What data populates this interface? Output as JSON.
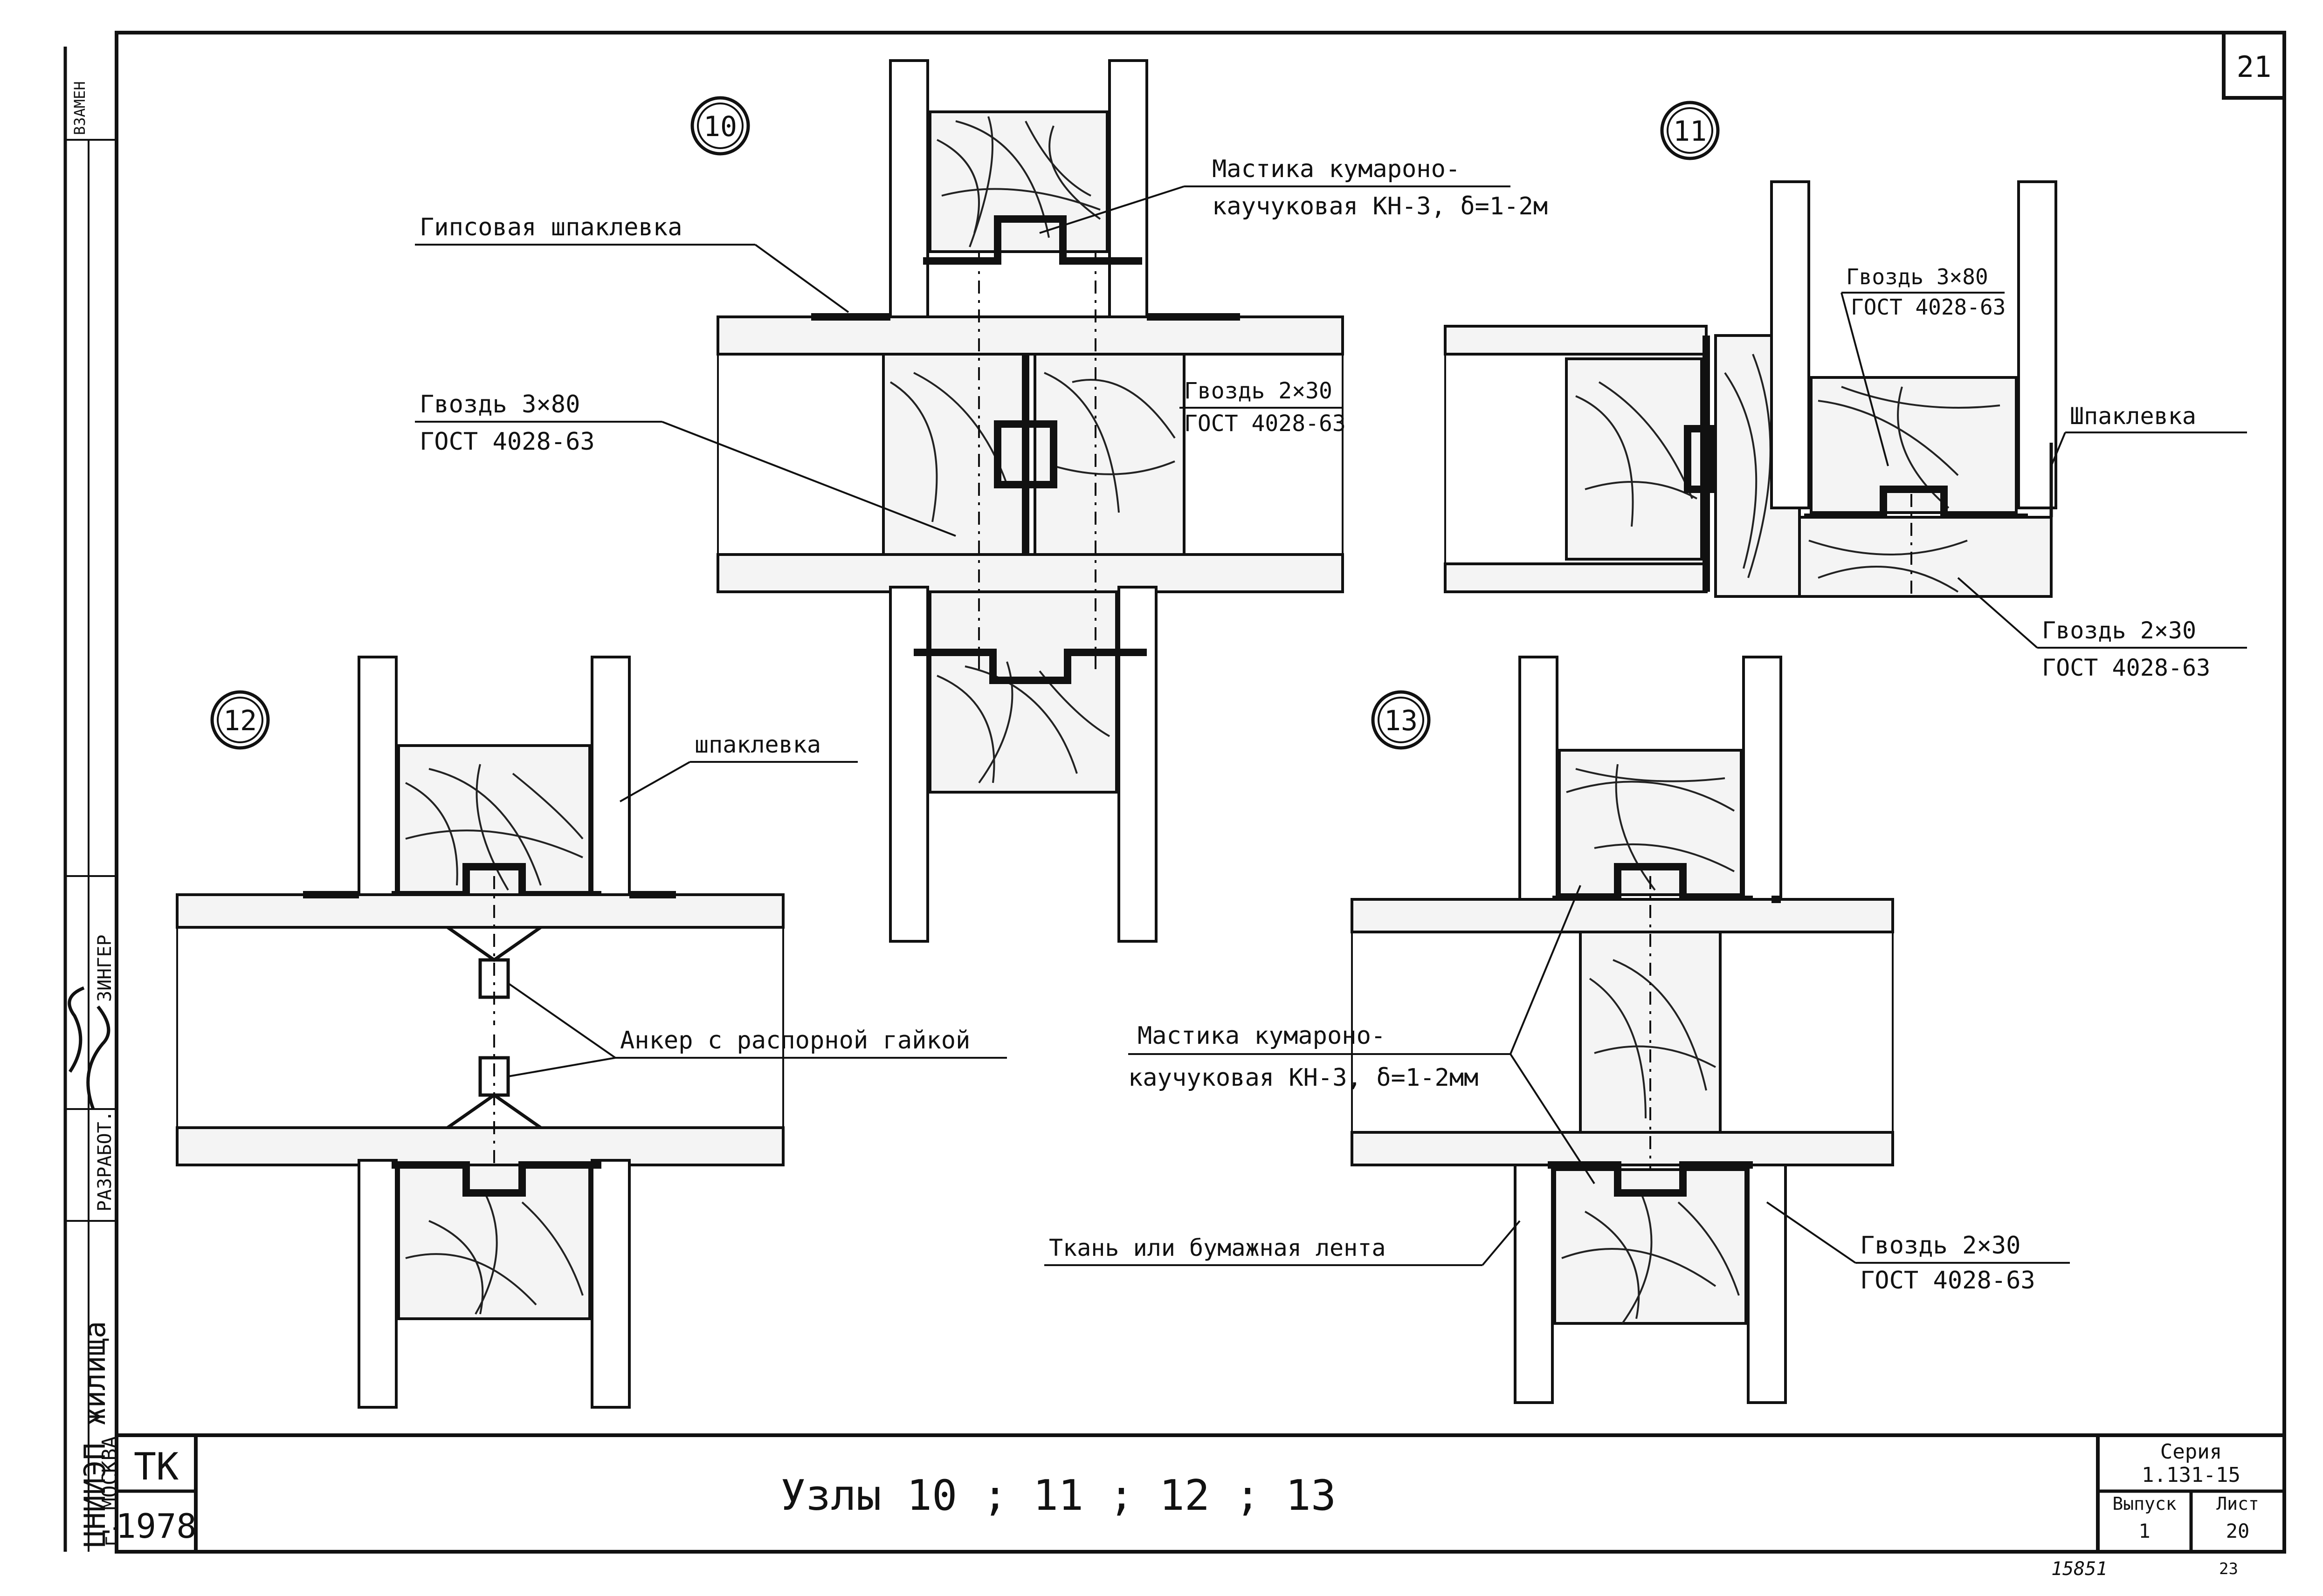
{
  "sheet": {
    "page_number": "21",
    "title": "Узлы 10 ; 11 ; 12 ; 13",
    "org": "ЦНИИЭП жилища",
    "city": "г. МОСКВА",
    "stamp_code": "ТК",
    "year": "1978",
    "series_label": "Серия",
    "series_value": "1.131-15",
    "issue_label": "Выпуск",
    "issue_value": "1",
    "sheet_label": "Лист",
    "sheet_value": "20",
    "margin_top_label": "ВЗАМЕН",
    "developer_role": "РАЗРАБОТ.",
    "developer_name": "ЗИНГЕР",
    "archive_number": "15851",
    "archive_page": "23"
  },
  "nodes": [
    {
      "number": "10"
    },
    {
      "number": "11"
    },
    {
      "number": "12"
    },
    {
      "number": "13"
    }
  ],
  "labels": {
    "n10_mastic_line1": "Мастика кумароно-",
    "n10_mastic_line2": "каучуковая КН-3, δ=1-2м",
    "n10_gypsum": "Гипсовая шпаклевка",
    "n10_nail_big_1": "Гвоздь 3×80",
    "n10_nail_big_2": "ГОСТ 4028-63",
    "n10_nail_small_1": "Гвоздь 2×30",
    "n10_nail_small_2": "ГОСТ 4028-63",
    "n11_nail_big_1": "Гвоздь 3×80",
    "n11_nail_big_2": "ГОСТ 4028-63",
    "n11_putty": "Шпаклевка",
    "n11_nail_small_1": "Гвоздь 2×30",
    "n11_nail_small_2": "ГОСТ 4028-63",
    "n12_putty": "шпаклевка",
    "n12_anchor": "Анкер с распорной гайкой",
    "n13_mastic_line1": "Мастика кумароно-",
    "n13_mastic_line2": "каучуковая КН-3, δ=1-2мм",
    "n13_tape": "Ткань или бумажная лента",
    "n13_nail_small_1": "Гвоздь 2×30",
    "n13_nail_small_2": "ГОСТ 4028-63"
  }
}
